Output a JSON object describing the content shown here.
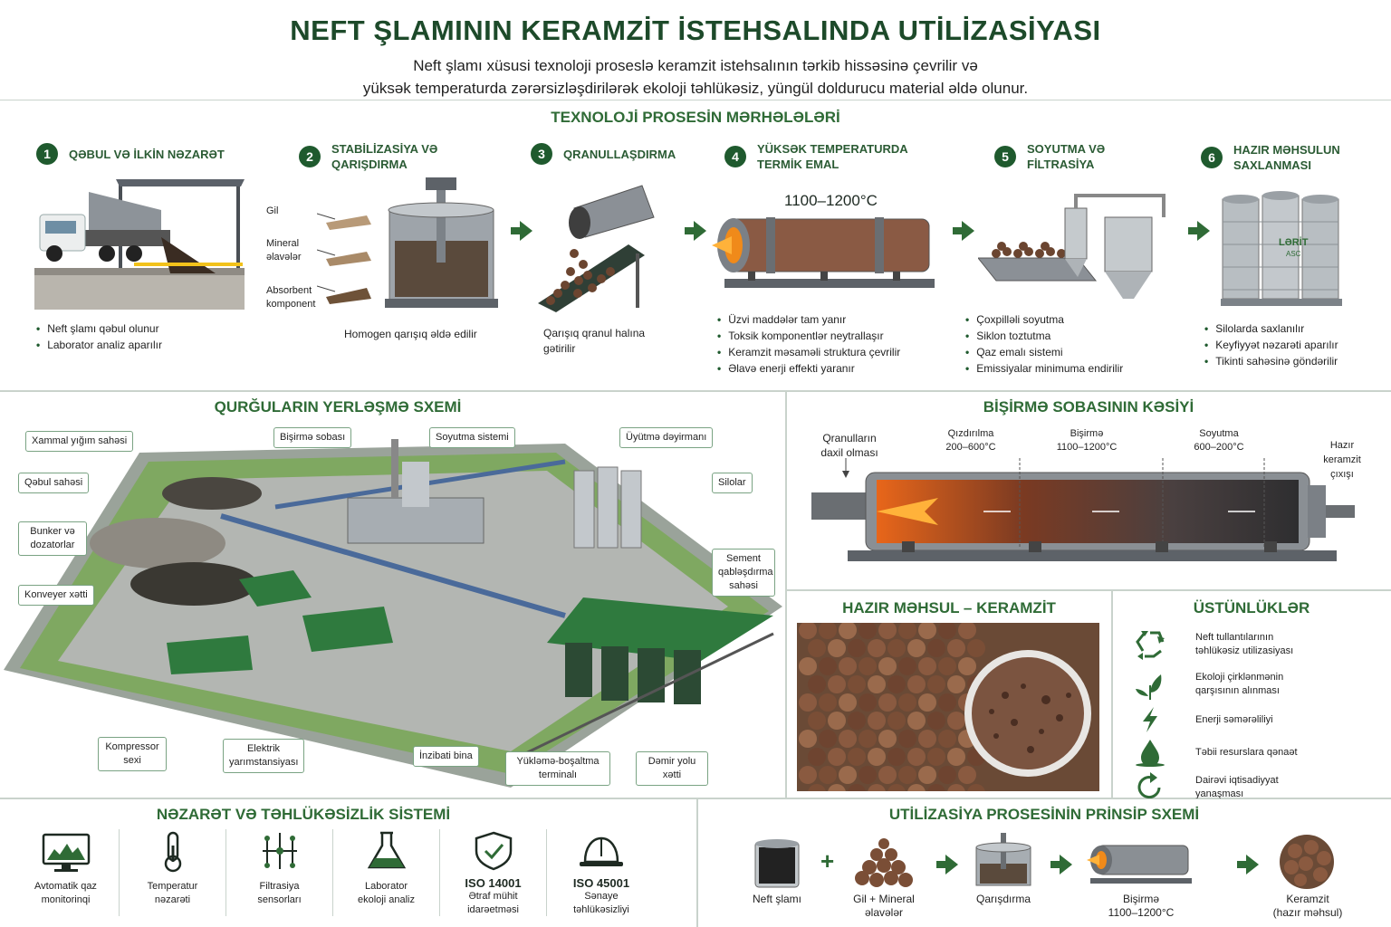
{
  "header": {
    "title": "NEFT ŞLAMININ KERAMZİT İSTEHSALINDA UTİLİZASİYASI",
    "subtitle_line1": "Neft şlamı xüsusi texnoloji proseslə keramzit istehsalının tərkib hissəsinə çevrilir və",
    "subtitle_line2": "yüksək temperaturda zərərsizləşdirilərək ekoloji təhlükəsiz, yüngül doldurucu material əldə olunur."
  },
  "process": {
    "title": "TEXNOLOJİ PROSESİN MƏRHƏLƏLƏRİ",
    "steps": [
      {
        "num": "1",
        "title": "QƏBUL VƏ İLKİN NƏZARƏT",
        "bullets": [
          "Neft şlamı qəbul olunur",
          "Laborator analiz aparılır"
        ]
      },
      {
        "num": "2",
        "title": "STABİLİZASİYA VƏ QARIŞDIRMA",
        "labels": [
          "Gil",
          "Mineral əlavələr",
          "Absorbent komponent"
        ],
        "caption": "Homogen qarışıq əldə edilir"
      },
      {
        "num": "3",
        "title": "QRANULLAŞDIRMA",
        "caption": "Qarışıq qranul halına gətirilir"
      },
      {
        "num": "4",
        "title": "YÜKSƏK TEMPERATURDA TERMİK EMAL",
        "temp": "1100–1200°C",
        "bullets": [
          "Üzvi maddələr tam yanır",
          "Toksik komponentlər neytrallaşır",
          "Keramzit məsaməli struktura çevrilir",
          "Əlavə enerji effekti yaranır"
        ]
      },
      {
        "num": "5",
        "title": "SOYUTMA VƏ FİLTRASİYA",
        "bullets": [
          "Çoxpilləli soyutma",
          "Siklon toztutma",
          "Qaz emalı sistemi",
          "Emissiyalar minimuma endirilir"
        ]
      },
      {
        "num": "6",
        "title": "HAZIR MƏHSULUN SAXLANMASI",
        "silo_logo": "LƏRİT",
        "silo_logo_sub": "ASC",
        "bullets": [
          "Silolarda saxlanılır",
          "Keyfiyyət nəzarəti aparılır",
          "Tikinti sahəsinə göndərilir"
        ]
      }
    ]
  },
  "layout_scheme": {
    "title": "QURĞULARIN YERLƏŞMƏ SXEMİ",
    "callouts": [
      "Xammal yığım sahəsi",
      "Qəbul sahəsi",
      "Bunker və dozatorlar",
      "Konveyer xətti",
      "Bişirmə sobası",
      "Soyutma sistemi",
      "Üyütmə dəyirmanı",
      "Silolar",
      "Sement qabləşdırma sahəsi",
      "Kompressor sexi",
      "Elektrik yarımstansiyası",
      "İnzibati bina",
      "Yükləmə-boşaltma terminalı",
      "Dəmir yolu xətti"
    ]
  },
  "kiln_section": {
    "title": "BİŞİRMƏ SOBASININ KƏSİYİ",
    "input_label": "Qranulların daxil olması",
    "zones": [
      {
        "name": "Qızdırılma",
        "range": "200–600°C"
      },
      {
        "name": "Bişirmə",
        "range": "1100–1200°C"
      },
      {
        "name": "Soyutma",
        "range": "600–200°C"
      }
    ],
    "output_label": "Hazır keramzit çıxışı"
  },
  "product": {
    "title": "HAZIR MƏHSUL – KERAMZİT"
  },
  "advantages": {
    "title": "ÜSTÜNLÜKLƏR",
    "items": [
      {
        "icon": "recycle-icon",
        "text": "Neft tullantılarının təhlükəsiz utilizasiyası"
      },
      {
        "icon": "leaf-icon",
        "text": "Ekoloji çirklənmənin qarşısının alınması"
      },
      {
        "icon": "lightning-icon",
        "text": "Enerji səmərəliliyi"
      },
      {
        "icon": "drop-icon",
        "text": "Təbii resurslara qənaət"
      },
      {
        "icon": "circular-arrow-icon",
        "text": "Dairəvi iqtisadiyyat yanaşması"
      }
    ]
  },
  "safety": {
    "title": "NƏZARƏT VƏ TƏHLÜKƏSİZLİK SİSTEMİ",
    "items": [
      {
        "icon": "monitor-icon",
        "line1": "Avtomatik qaz",
        "line2": "monitorinqi"
      },
      {
        "icon": "thermometer-icon",
        "line1": "Temperatur",
        "line2": "nəzarəti"
      },
      {
        "icon": "filter-sensor-icon",
        "line1": "Filtrasiya",
        "line2": "sensorları"
      },
      {
        "icon": "flask-icon",
        "line1": "Laborator",
        "line2": "ekoloji analiz"
      },
      {
        "icon": "shield-check-icon",
        "line1": "ISO 14001",
        "line2": "Ətraf mühit idarəetməsi"
      },
      {
        "icon": "helmet-icon",
        "line1": "ISO 45001",
        "line2": "Sənaye təhlükəsizliyi"
      }
    ]
  },
  "principle": {
    "title": "UTİLİZASİYA PROSESİNİN PRİNSİP SXEMİ",
    "items": [
      {
        "line1": "Neft şlamı",
        "line2": ""
      },
      {
        "line1": "Gil + Mineral",
        "line2": "əlavələr"
      },
      {
        "line1": "Qarışdırma",
        "line2": ""
      },
      {
        "line1": "Bişirmə",
        "line2": "1100–1200°C"
      },
      {
        "line1": "Keramzit",
        "line2": "(hazır məhsul)"
      }
    ],
    "plus": "+"
  },
  "colors": {
    "accent": "#1f5a2e",
    "heading": "#2f6b36",
    "clay": "#8a5a40",
    "flame": "#f07a1a"
  }
}
